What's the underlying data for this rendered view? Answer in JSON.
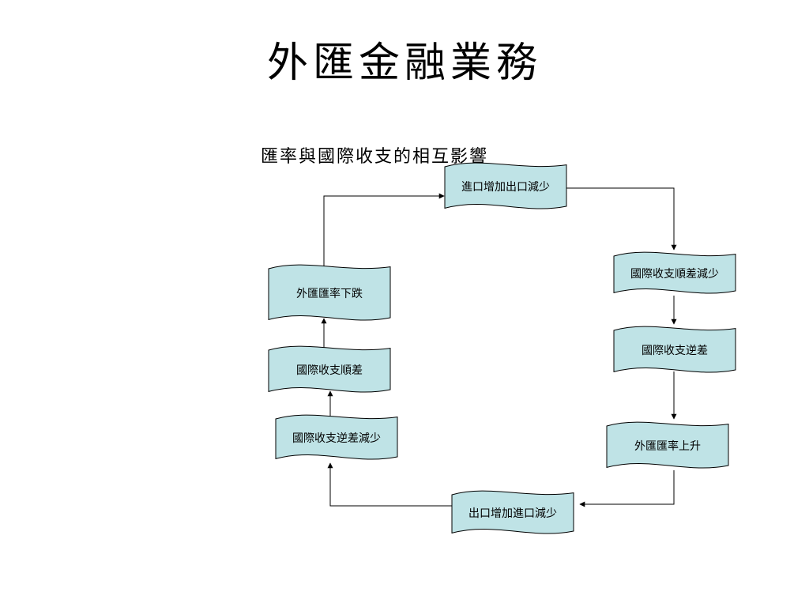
{
  "slide": {
    "title": "外匯金融業務",
    "subtitle": "匯率與國際收支的相互影響"
  },
  "diagram": {
    "box_fill": "#bfe3e6",
    "box_stroke": "#000000",
    "arrow_color": "#000000",
    "nodes": [
      {
        "id": "n1",
        "label": "進口增加出口減少"
      },
      {
        "id": "n2",
        "label": "國際收支順差減少"
      },
      {
        "id": "n3",
        "label": "國際收支逆差"
      },
      {
        "id": "n4",
        "label": "外匯匯率上升"
      },
      {
        "id": "n5",
        "label": "出口增加進口減少"
      },
      {
        "id": "n6",
        "label": "國際收支逆差減少"
      },
      {
        "id": "n7",
        "label": "國際收支順差"
      },
      {
        "id": "n8",
        "label": "外匯匯率下跌"
      }
    ],
    "edges": [
      {
        "from": "n1",
        "to": "n2"
      },
      {
        "from": "n2",
        "to": "n3"
      },
      {
        "from": "n3",
        "to": "n4"
      },
      {
        "from": "n4",
        "to": "n5"
      },
      {
        "from": "n5",
        "to": "n6"
      },
      {
        "from": "n6",
        "to": "n7"
      },
      {
        "from": "n7",
        "to": "n8"
      },
      {
        "from": "n8",
        "to": "n1"
      }
    ]
  }
}
